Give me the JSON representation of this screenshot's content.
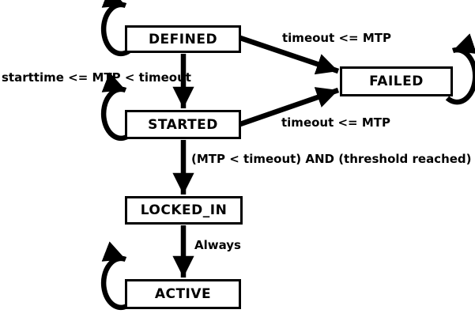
{
  "diagram_type": "state-machine",
  "colors": {
    "foreground": "#000000",
    "background": "#ffffff",
    "box_fill": "#ffffff"
  },
  "states": [
    {
      "id": "defined",
      "label": "DEFINED"
    },
    {
      "id": "failed",
      "label": "FAILED"
    },
    {
      "id": "started",
      "label": "STARTED"
    },
    {
      "id": "locked_in",
      "label": "LOCKED_IN"
    },
    {
      "id": "active",
      "label": "ACTIVE"
    }
  ],
  "transitions": [
    {
      "from": "DEFINED",
      "to": "FAILED",
      "label": "timeout <= MTP"
    },
    {
      "from": "STARTED",
      "to": "FAILED",
      "label": "timeout <= MTP"
    },
    {
      "from": "DEFINED",
      "to": "STARTED",
      "label": "starttime <= MTP < timeout"
    },
    {
      "from": "STARTED",
      "to": "LOCKED_IN",
      "label": "(MTP < timeout) AND (threshold reached)"
    },
    {
      "from": "LOCKED_IN",
      "to": "ACTIVE",
      "label": "Always"
    },
    {
      "from": "DEFINED",
      "to": "DEFINED",
      "label": ""
    },
    {
      "from": "STARTED",
      "to": "STARTED",
      "label": ""
    },
    {
      "from": "ACTIVE",
      "to": "ACTIVE",
      "label": ""
    },
    {
      "from": "FAILED",
      "to": "FAILED",
      "label": ""
    }
  ]
}
